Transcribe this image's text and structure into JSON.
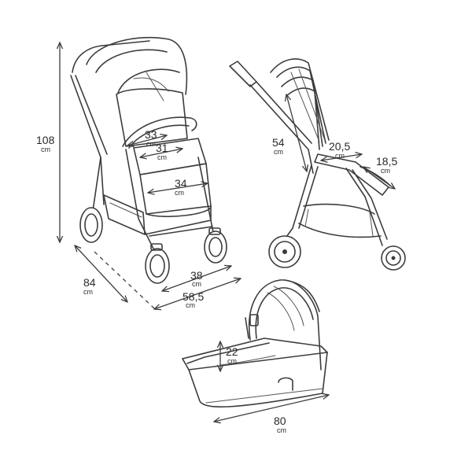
{
  "dimensions": {
    "height_total": {
      "value": "108",
      "unit": "cm"
    },
    "depth_total": {
      "value": "84",
      "unit": "cm"
    },
    "seat_back_width": {
      "value": "33",
      "unit": "cm"
    },
    "seat_width": {
      "value": "31",
      "unit": "cm"
    },
    "footrest_width": {
      "value": "34",
      "unit": "cm"
    },
    "front_width": {
      "value": "38",
      "unit": "cm"
    },
    "wheelbase_width": {
      "value": "58,5",
      "unit": "cm"
    },
    "folded_height": {
      "value": "54",
      "unit": "cm"
    },
    "folded_depth": {
      "value": "20,5",
      "unit": "cm"
    },
    "folded_width": {
      "value": "18,5",
      "unit": "cm"
    },
    "carrycot_height": {
      "value": "22",
      "unit": "cm"
    },
    "carrycot_length": {
      "value": "80",
      "unit": "cm"
    }
  }
}
